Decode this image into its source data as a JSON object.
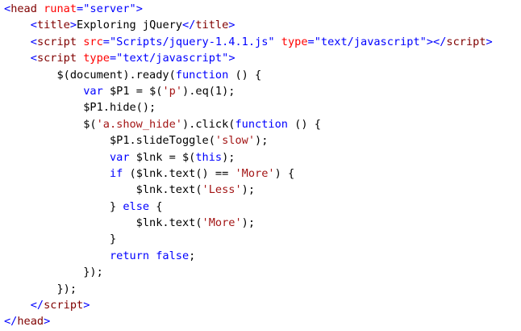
{
  "lines": [
    [
      {
        "c": "br",
        "t": "<"
      },
      {
        "c": "tag",
        "t": "head"
      },
      {
        "c": "t",
        "t": " "
      },
      {
        "c": "attr",
        "t": "runat"
      },
      {
        "c": "br",
        "t": "="
      },
      {
        "c": "str",
        "t": "\"server\""
      },
      {
        "c": "br",
        "t": ">"
      }
    ],
    [
      {
        "c": "t",
        "t": "    "
      },
      {
        "c": "br",
        "t": "<"
      },
      {
        "c": "tag",
        "t": "title"
      },
      {
        "c": "br",
        "t": ">"
      },
      {
        "c": "t",
        "t": "Exploring jQuery"
      },
      {
        "c": "br",
        "t": "</"
      },
      {
        "c": "tag",
        "t": "title"
      },
      {
        "c": "br",
        "t": ">"
      }
    ],
    [
      {
        "c": "t",
        "t": "    "
      },
      {
        "c": "br",
        "t": "<"
      },
      {
        "c": "tag",
        "t": "script"
      },
      {
        "c": "t",
        "t": " "
      },
      {
        "c": "attr",
        "t": "src"
      },
      {
        "c": "br",
        "t": "="
      },
      {
        "c": "str",
        "t": "\"Scripts/jquery-1.4.1.js\""
      },
      {
        "c": "t",
        "t": " "
      },
      {
        "c": "attr",
        "t": "type"
      },
      {
        "c": "br",
        "t": "="
      },
      {
        "c": "str",
        "t": "\"text/javascript\""
      },
      {
        "c": "br",
        "t": "></"
      },
      {
        "c": "tag",
        "t": "script"
      },
      {
        "c": "br",
        "t": ">"
      }
    ],
    [
      {
        "c": "t",
        "t": "    "
      },
      {
        "c": "br",
        "t": "<"
      },
      {
        "c": "tag",
        "t": "script"
      },
      {
        "c": "t",
        "t": " "
      },
      {
        "c": "attr",
        "t": "type"
      },
      {
        "c": "br",
        "t": "="
      },
      {
        "c": "str",
        "t": "\"text/javascript\""
      },
      {
        "c": "br",
        "t": ">"
      }
    ],
    [
      {
        "c": "t",
        "t": "        $(document).ready("
      },
      {
        "c": "kw",
        "t": "function"
      },
      {
        "c": "t",
        "t": " () {"
      }
    ],
    [
      {
        "c": "t",
        "t": "            "
      },
      {
        "c": "kw",
        "t": "var"
      },
      {
        "c": "t",
        "t": " $P1 = $("
      },
      {
        "c": "jsstr",
        "t": "'p'"
      },
      {
        "c": "t",
        "t": ").eq(1);"
      }
    ],
    [
      {
        "c": "t",
        "t": "            $P1.hide();"
      }
    ],
    [
      {
        "c": "t",
        "t": "            $("
      },
      {
        "c": "jsstr",
        "t": "'a.show_hide'"
      },
      {
        "c": "t",
        "t": ").click("
      },
      {
        "c": "kw",
        "t": "function"
      },
      {
        "c": "t",
        "t": " () {"
      }
    ],
    [
      {
        "c": "t",
        "t": "                $P1.slideToggle("
      },
      {
        "c": "jsstr",
        "t": "'slow'"
      },
      {
        "c": "t",
        "t": ");"
      }
    ],
    [
      {
        "c": "t",
        "t": "                "
      },
      {
        "c": "kw",
        "t": "var"
      },
      {
        "c": "t",
        "t": " $lnk = $("
      },
      {
        "c": "kw",
        "t": "this"
      },
      {
        "c": "t",
        "t": ");"
      }
    ],
    [
      {
        "c": "t",
        "t": "                "
      },
      {
        "c": "kw",
        "t": "if"
      },
      {
        "c": "t",
        "t": " ($lnk.text() == "
      },
      {
        "c": "jsstr",
        "t": "'More'"
      },
      {
        "c": "t",
        "t": ") {"
      }
    ],
    [
      {
        "c": "t",
        "t": "                    $lnk.text("
      },
      {
        "c": "jsstr",
        "t": "'Less'"
      },
      {
        "c": "t",
        "t": ");"
      }
    ],
    [
      {
        "c": "t",
        "t": "                } "
      },
      {
        "c": "kw",
        "t": "else"
      },
      {
        "c": "t",
        "t": " {"
      }
    ],
    [
      {
        "c": "t",
        "t": "                    $lnk.text("
      },
      {
        "c": "jsstr",
        "t": "'More'"
      },
      {
        "c": "t",
        "t": ");"
      }
    ],
    [
      {
        "c": "t",
        "t": "                }"
      }
    ],
    [
      {
        "c": "t",
        "t": "                "
      },
      {
        "c": "kw",
        "t": "return"
      },
      {
        "c": "t",
        "t": " "
      },
      {
        "c": "kw",
        "t": "false"
      },
      {
        "c": "t",
        "t": ";"
      }
    ],
    [
      {
        "c": "t",
        "t": "            });"
      }
    ],
    [
      {
        "c": "t",
        "t": "        });"
      }
    ],
    [
      {
        "c": "t",
        "t": "    "
      },
      {
        "c": "br",
        "t": "</"
      },
      {
        "c": "tag",
        "t": "script"
      },
      {
        "c": "br",
        "t": ">"
      }
    ],
    [
      {
        "c": "br",
        "t": "</"
      },
      {
        "c": "tag",
        "t": "head"
      },
      {
        "c": "br",
        "t": ">"
      }
    ]
  ]
}
